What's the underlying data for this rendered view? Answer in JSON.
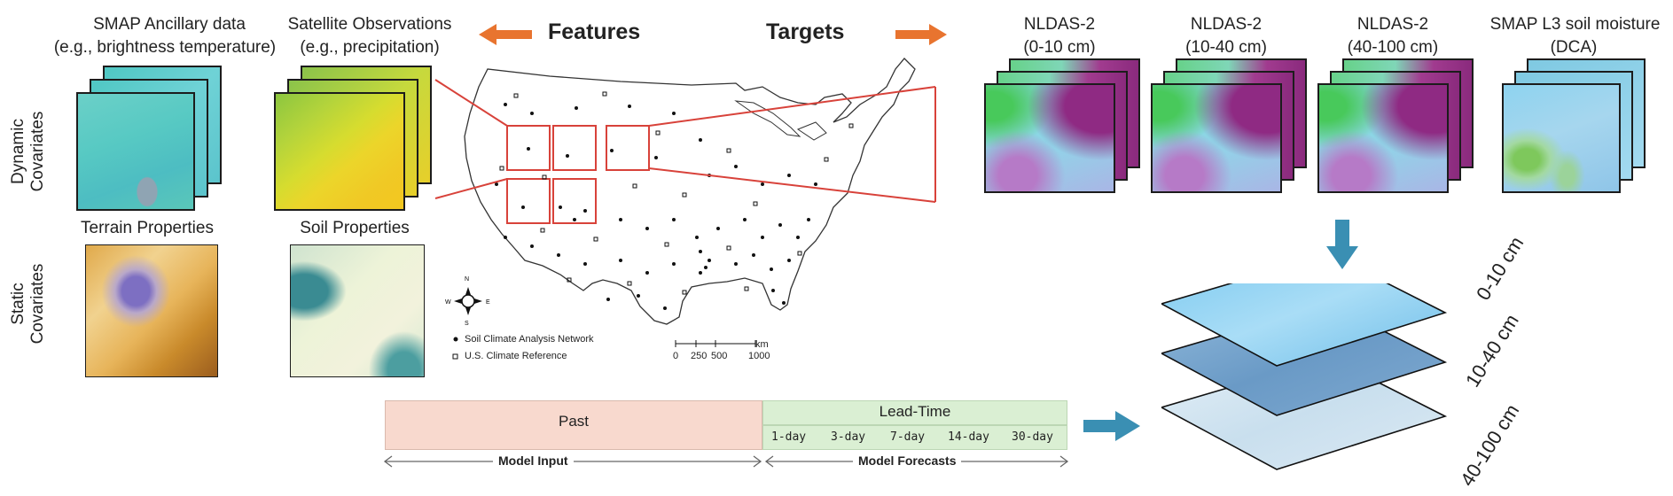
{
  "features": {
    "smap_ancillary": "SMAP Ancillary data",
    "smap_ancillary_sub": "(e.g., brightness temperature)",
    "satellite": "Satellite Observations",
    "satellite_sub": "(e.g., precipitation)",
    "dynamic": "Dynamic",
    "dynamic2": "Covariates",
    "static": "Static",
    "static2": "Covariates",
    "terrain": "Terrain Properties",
    "soil": "Soil Properties"
  },
  "header": {
    "features_label": "Features",
    "targets_label": "Targets"
  },
  "targets": [
    {
      "title": "NLDAS-2",
      "sub": "(0-10 cm)"
    },
    {
      "title": "NLDAS-2",
      "sub": "(10-40 cm)"
    },
    {
      "title": "NLDAS-2",
      "sub": "(40-100 cm)"
    },
    {
      "title": "SMAP L3 soil moisture",
      "sub": "(DCA)"
    }
  ],
  "map": {
    "legend_scan": "Soil Climate Analysis Network",
    "legend_uscrn": "U.S. Climate Reference",
    "scale_ticks": [
      "0",
      "250",
      "500",
      "1000"
    ],
    "scale_unit": "km",
    "compass": {
      "n": "N",
      "s": "S",
      "e": "E",
      "w": "W"
    }
  },
  "timeline": {
    "past": "Past",
    "lead_time": "Lead-Time",
    "days": [
      "1-day",
      "3-day",
      "7-day",
      "14-day",
      "30-day"
    ],
    "model_input": "Model Input",
    "model_forecasts": "Model Forecasts"
  },
  "layers": [
    "0-10 cm",
    "10-40 cm",
    "40-100 cm"
  ],
  "colors": {
    "orange": "#e8742f",
    "teal_arrow": "#3a8fb3",
    "past_fill": "#f8d9ce",
    "lead_fill": "#daefd3",
    "red_box": "#d8423a"
  }
}
